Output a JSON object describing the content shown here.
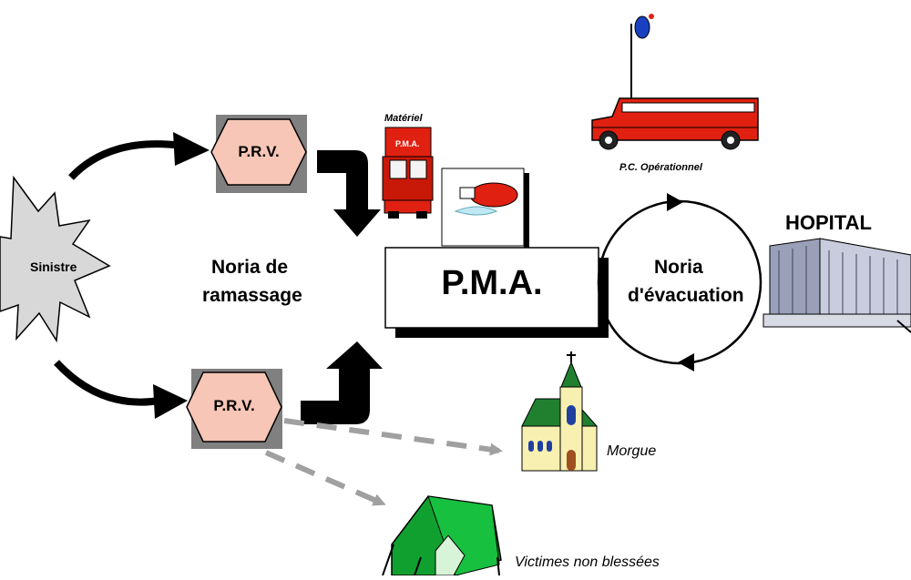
{
  "nodes": {
    "sinistre": "Sinistre",
    "prv_top": "P.R.V.",
    "prv_bottom": "P.R.V.",
    "pma": "P.M.A.",
    "hopital": "HOPITAL",
    "materiel": "Matériel",
    "pma_truck_sign": "P.M.A.",
    "pc_operationnel": "P.C. Opérationnel",
    "morgue": "Morgue",
    "victimes": "Victimes non blessées"
  },
  "labels": {
    "noria_ramassage_line1": "Noria de",
    "noria_ramassage_line2": "ramassage",
    "noria_evacuation_line1": "Noria",
    "noria_evacuation_line2": "d'évacuation"
  },
  "colors": {
    "prv_fill": "#f7c6b6",
    "prv_shadow": "#808080",
    "truck_red": "#e02010",
    "tent_green": "#10a030",
    "burst_fill": "#d8d8d8",
    "dashed_arrow": "#a0a0a0"
  }
}
